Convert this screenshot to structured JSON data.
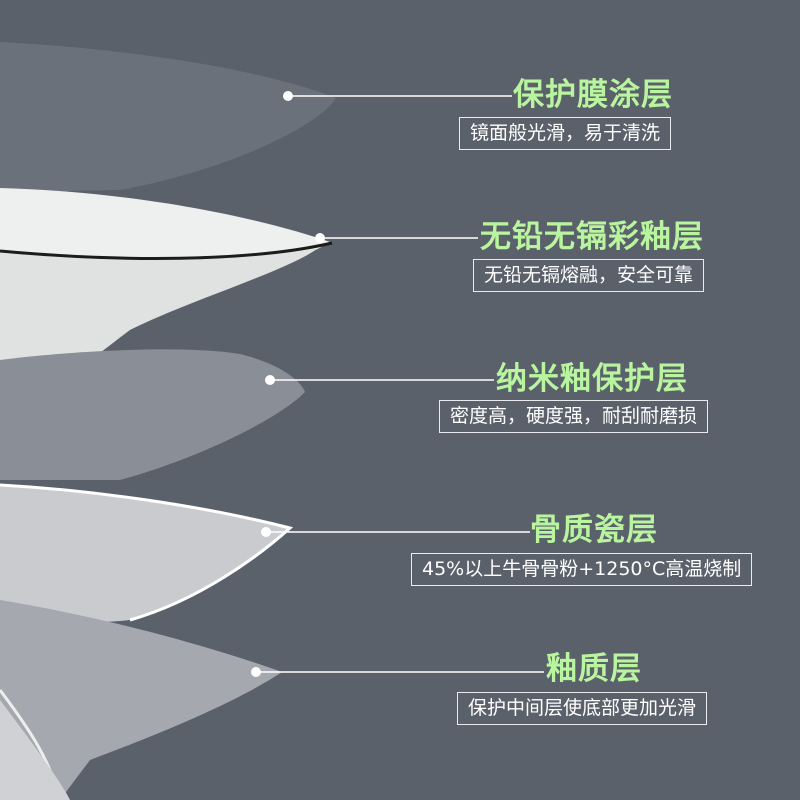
{
  "layers": [
    {
      "title": "保护膜涂层",
      "desc": "镜面般光滑，易于清洗"
    },
    {
      "title": "无铅无镉彩釉层",
      "desc": "无铅无镉熔融，安全可靠"
    },
    {
      "title": "纳米釉保护层",
      "desc": "密度高，硬度强，耐刮耐磨损"
    },
    {
      "title": "骨质瓷层",
      "desc": "45%以上牛骨骨粉+1250°C高温烧制"
    },
    {
      "title": "釉质层",
      "desc": "保护中间层使底部更加光滑"
    }
  ],
  "colors": {
    "background": "#5b616b",
    "title": "#b9f59f",
    "desc": "#ffffff",
    "box_border": "#e9ebee"
  }
}
